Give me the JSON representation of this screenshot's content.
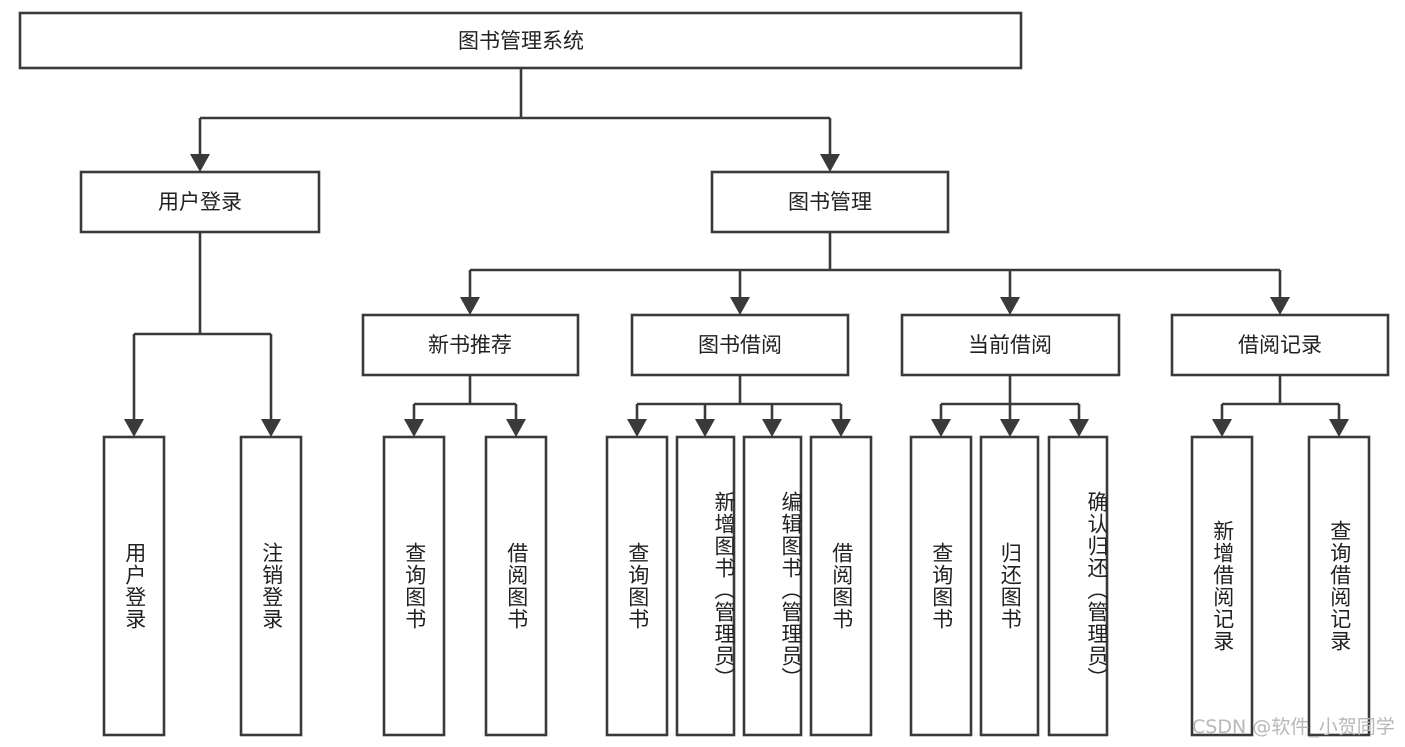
{
  "diagram": {
    "title": "图书管理系统",
    "type": "tree",
    "root": {
      "id": "root",
      "label": "图书管理系统",
      "level": 0
    },
    "level2": [
      {
        "id": "user-login",
        "label": "用户登录"
      },
      {
        "id": "book-manage",
        "label": "图书管理"
      }
    ],
    "level3": [
      {
        "id": "new-book-rec",
        "label": "新书推荐",
        "parent": "book-manage"
      },
      {
        "id": "book-borrow",
        "label": "图书借阅",
        "parent": "book-manage"
      },
      {
        "id": "current-borrow",
        "label": "当前借阅",
        "parent": "book-manage"
      },
      {
        "id": "borrow-record",
        "label": "借阅记录",
        "parent": "book-manage"
      }
    ],
    "leaves": [
      {
        "id": "leaf-user-login",
        "label": "用户登录",
        "parent": "user-login"
      },
      {
        "id": "leaf-logout",
        "label": "注销登录",
        "parent": "user-login"
      },
      {
        "id": "leaf-query-book-1",
        "label": "查询图书",
        "parent": "new-book-rec"
      },
      {
        "id": "leaf-borrow-book-1",
        "label": "借阅图书",
        "parent": "new-book-rec"
      },
      {
        "id": "leaf-query-book-2",
        "label": "查询图书",
        "parent": "book-borrow"
      },
      {
        "id": "leaf-add-book",
        "label": "新增图书（管理员）",
        "parent": "book-borrow"
      },
      {
        "id": "leaf-edit-book",
        "label": "编辑图书（管理员）",
        "parent": "book-borrow"
      },
      {
        "id": "leaf-borrow-book-2",
        "label": "借阅图书",
        "parent": "book-borrow"
      },
      {
        "id": "leaf-query-book-3",
        "label": "查询图书",
        "parent": "current-borrow"
      },
      {
        "id": "leaf-return-book",
        "label": "归还图书",
        "parent": "current-borrow"
      },
      {
        "id": "leaf-confirm-return",
        "label": "确认归还（管理员）",
        "parent": "current-borrow"
      },
      {
        "id": "leaf-add-record",
        "label": "新增借阅记录",
        "parent": "borrow-record"
      },
      {
        "id": "leaf-query-record",
        "label": "查询借阅记录",
        "parent": "borrow-record"
      }
    ],
    "colors": {
      "stroke": "#3a3a3a",
      "fill": "#ffffff",
      "text": "#222222",
      "watermark": "#b8b8b8"
    }
  },
  "watermark": {
    "text": "CSDN @软件_小贺同学"
  }
}
